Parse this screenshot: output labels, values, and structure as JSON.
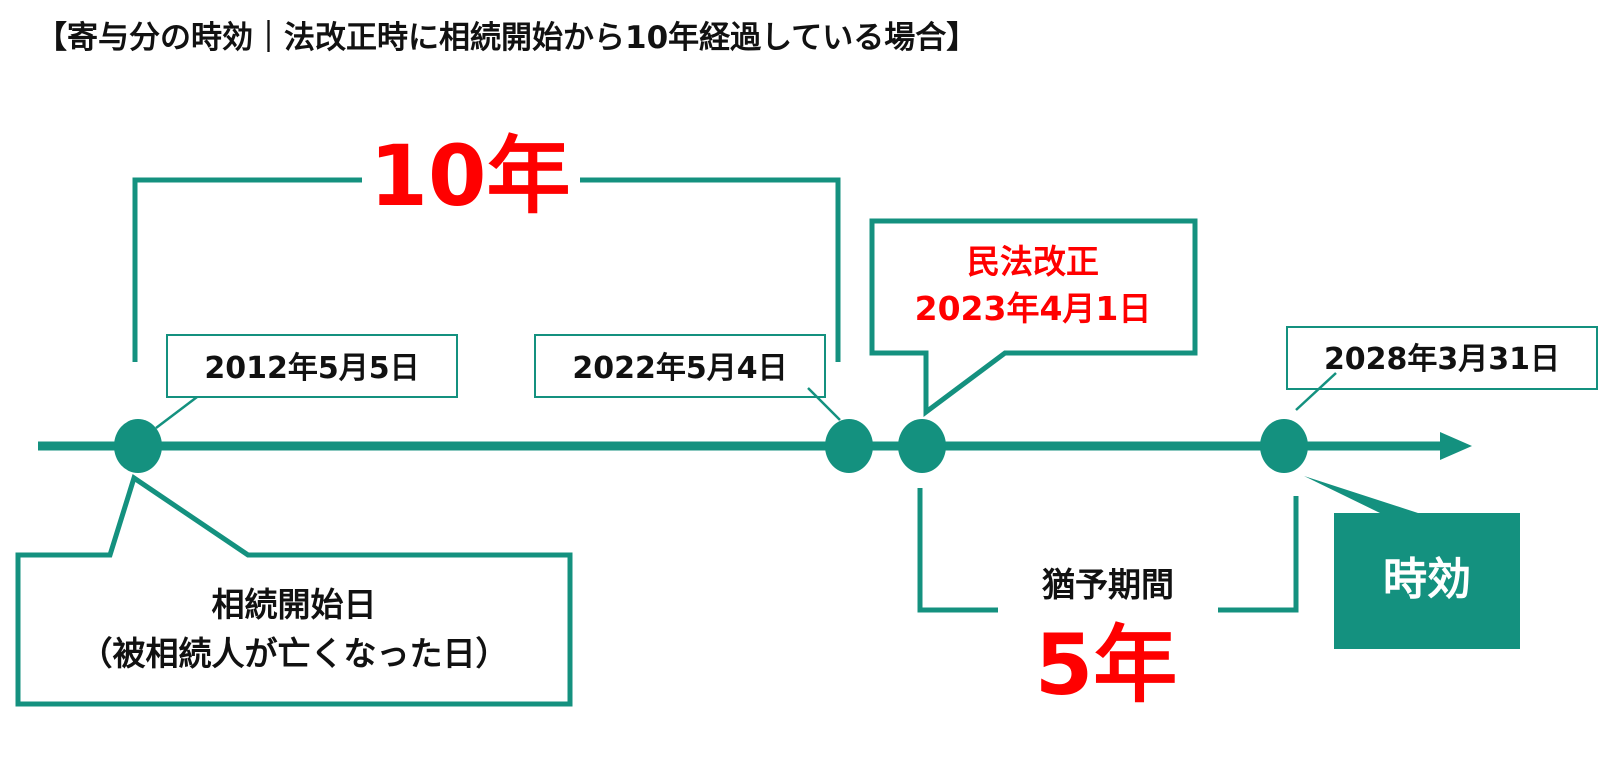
{
  "title": "【寄与分の時効｜法改正時に相続開始から10年経過している場合】",
  "colors": {
    "accent": "#14917f",
    "highlight": "#ff0000",
    "text": "#111111",
    "background": "#ffffff"
  },
  "span_ten": {
    "label": "10年"
  },
  "dates": {
    "start": "2012年5月5日",
    "ten_year_end": "2022年5月4日",
    "expiry": "2028年3月31日"
  },
  "law_revision": {
    "line1": "民法改正",
    "line2": "2023年4月1日"
  },
  "inheritance_start": {
    "line1": "相続開始日",
    "line2": "（被相続人が亡くなった日）"
  },
  "grace_period": {
    "label": "猶予期間",
    "years": "5年"
  },
  "prescription": {
    "label": "時効"
  }
}
